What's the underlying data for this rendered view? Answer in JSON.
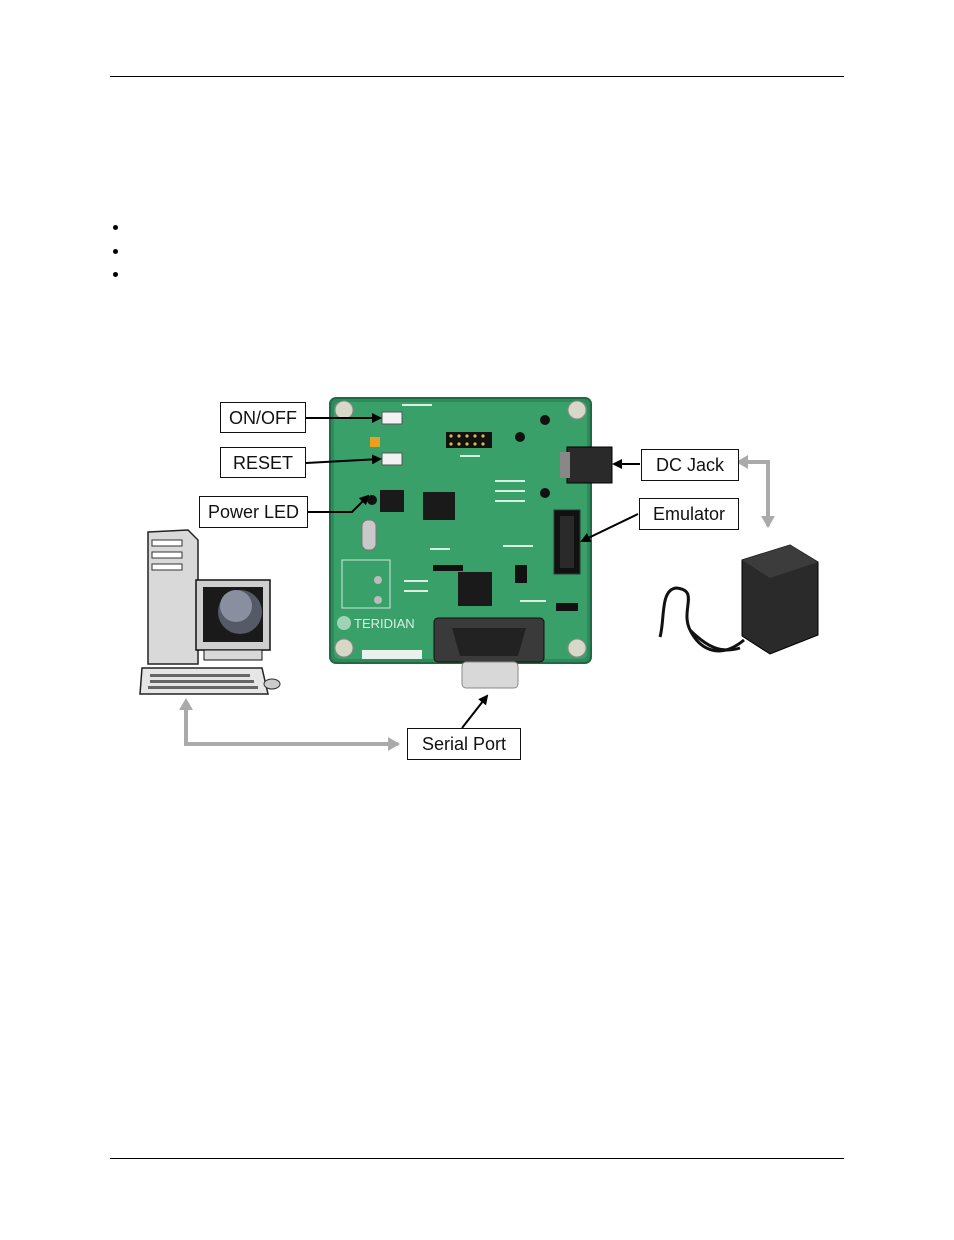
{
  "figure": {
    "callouts": {
      "on_off": "ON/OFF",
      "reset": "RESET",
      "power_led": "Power LED",
      "dc_jack": "DC Jack",
      "emulator": "Emulator",
      "serial_port": "Serial Port"
    },
    "logo_text": "TERIDIAN"
  }
}
